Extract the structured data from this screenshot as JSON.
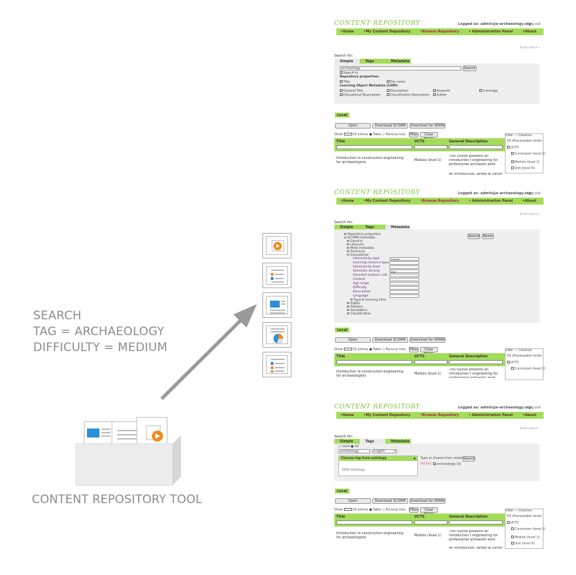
{
  "left": {
    "caption_lines": [
      "SEARCH",
      "TAG = ARCHAEOLOGY",
      "DIFFICULTY = MEDIUM"
    ],
    "tool_label": "CONTENT REPOSITORY TOOL"
  },
  "colors": {
    "brand_green": "#a4dc5a",
    "logo_green": "#7cc23a",
    "gray_text": "#8c8c8c",
    "arrow_gray": "#999999",
    "accent_blue": "#2b8fd6",
    "accent_orange": "#f08a1c"
  },
  "icons": [
    "video-doc-icon",
    "list-doc-icon",
    "article-doc-icon",
    "chart-doc-icon",
    "list-doc-icon"
  ],
  "app": {
    "logo": "CONTENT REPOSITORY",
    "logged_in": "Logged as: admin@e-archaeology.org",
    "logout": "Log out",
    "nav": [
      "•Home",
      "•My Content Repository",
      "•Browse Repository",
      "• Administration Panel",
      "•About"
    ],
    "email_link": "Email search »",
    "search_for": "Search for:",
    "tabs": [
      "Simple",
      "Tags",
      "Metadata"
    ],
    "local": "Local",
    "actions": [
      "Open",
      "Download SCORM",
      "Download for WWW"
    ],
    "show": "Show",
    "show_value": "10",
    "entries": "entries",
    "table_opt": "Table",
    "reverse_tree": "Reverse tree",
    "filter_btn": "Filter",
    "clear_filters": "Clear filters",
    "columns": [
      "Title",
      "UCTS",
      "General Description"
    ],
    "row_title": "Introduction to construction engineering for archaeologists",
    "row_title2": "Introduction to construction engineering",
    "row_title2b": "for archaeologists",
    "row_ucts": "Module (level 1)",
    "row_desc": "This course presents an introduction t engineering for professional archaeolo work alongside engineers.",
    "row_desc2": "An introduction, aimed at construction",
    "filter_head": "Filter",
    "columns_head": "Columns",
    "filter_items": [
      "PU (Processable Units)",
      "UCTS",
      "Curriculum (level 2)",
      "Module (level 1)",
      "Unit (level 0)"
    ]
  },
  "shot1": {
    "query": "archaeology",
    "search_btn": "Search",
    "search_in": "Search in:",
    "repo_props": "Repository properties:",
    "props": [
      "Title",
      "File name"
    ],
    "lom": "Learning Object Metadata (LOM):",
    "lom_items": [
      "General Title",
      "Description",
      "Keyword",
      "Coverage",
      "Educational Description",
      "Classification Description",
      "Author"
    ]
  },
  "shot2": {
    "search_btn": "Search",
    "reset_btn": "Reset",
    "tree": [
      "Repository properties",
      "SCORM metadata",
      "General",
      "Lifecycle",
      "Meta metadata",
      "Technical",
      "Educational",
      "Interactivity type",
      "Learning resource type",
      "Interactivity level",
      "Semantic density",
      "Intended enduser role",
      "Context",
      "Age range",
      "Difficulty",
      "Description",
      "Language",
      "Typical learning time",
      "Rights",
      "Relation",
      "Annotation",
      "Classification"
    ],
    "field_values": {
      "Interactivity type": "mixed",
      "Semantic density": "low"
    }
  },
  "shot3": {
    "used": "Used",
    "all": "All",
    "tag_value": "archaeology",
    "lang": "English",
    "type_choose": "Type or choose from ontology",
    "search_btn": "Search",
    "choose_tag": "Choose tag from ontology",
    "ontology": "PARA Ontology",
    "tag_controls": "[x] [+]",
    "selected_tag": "archaeology (1)"
  }
}
